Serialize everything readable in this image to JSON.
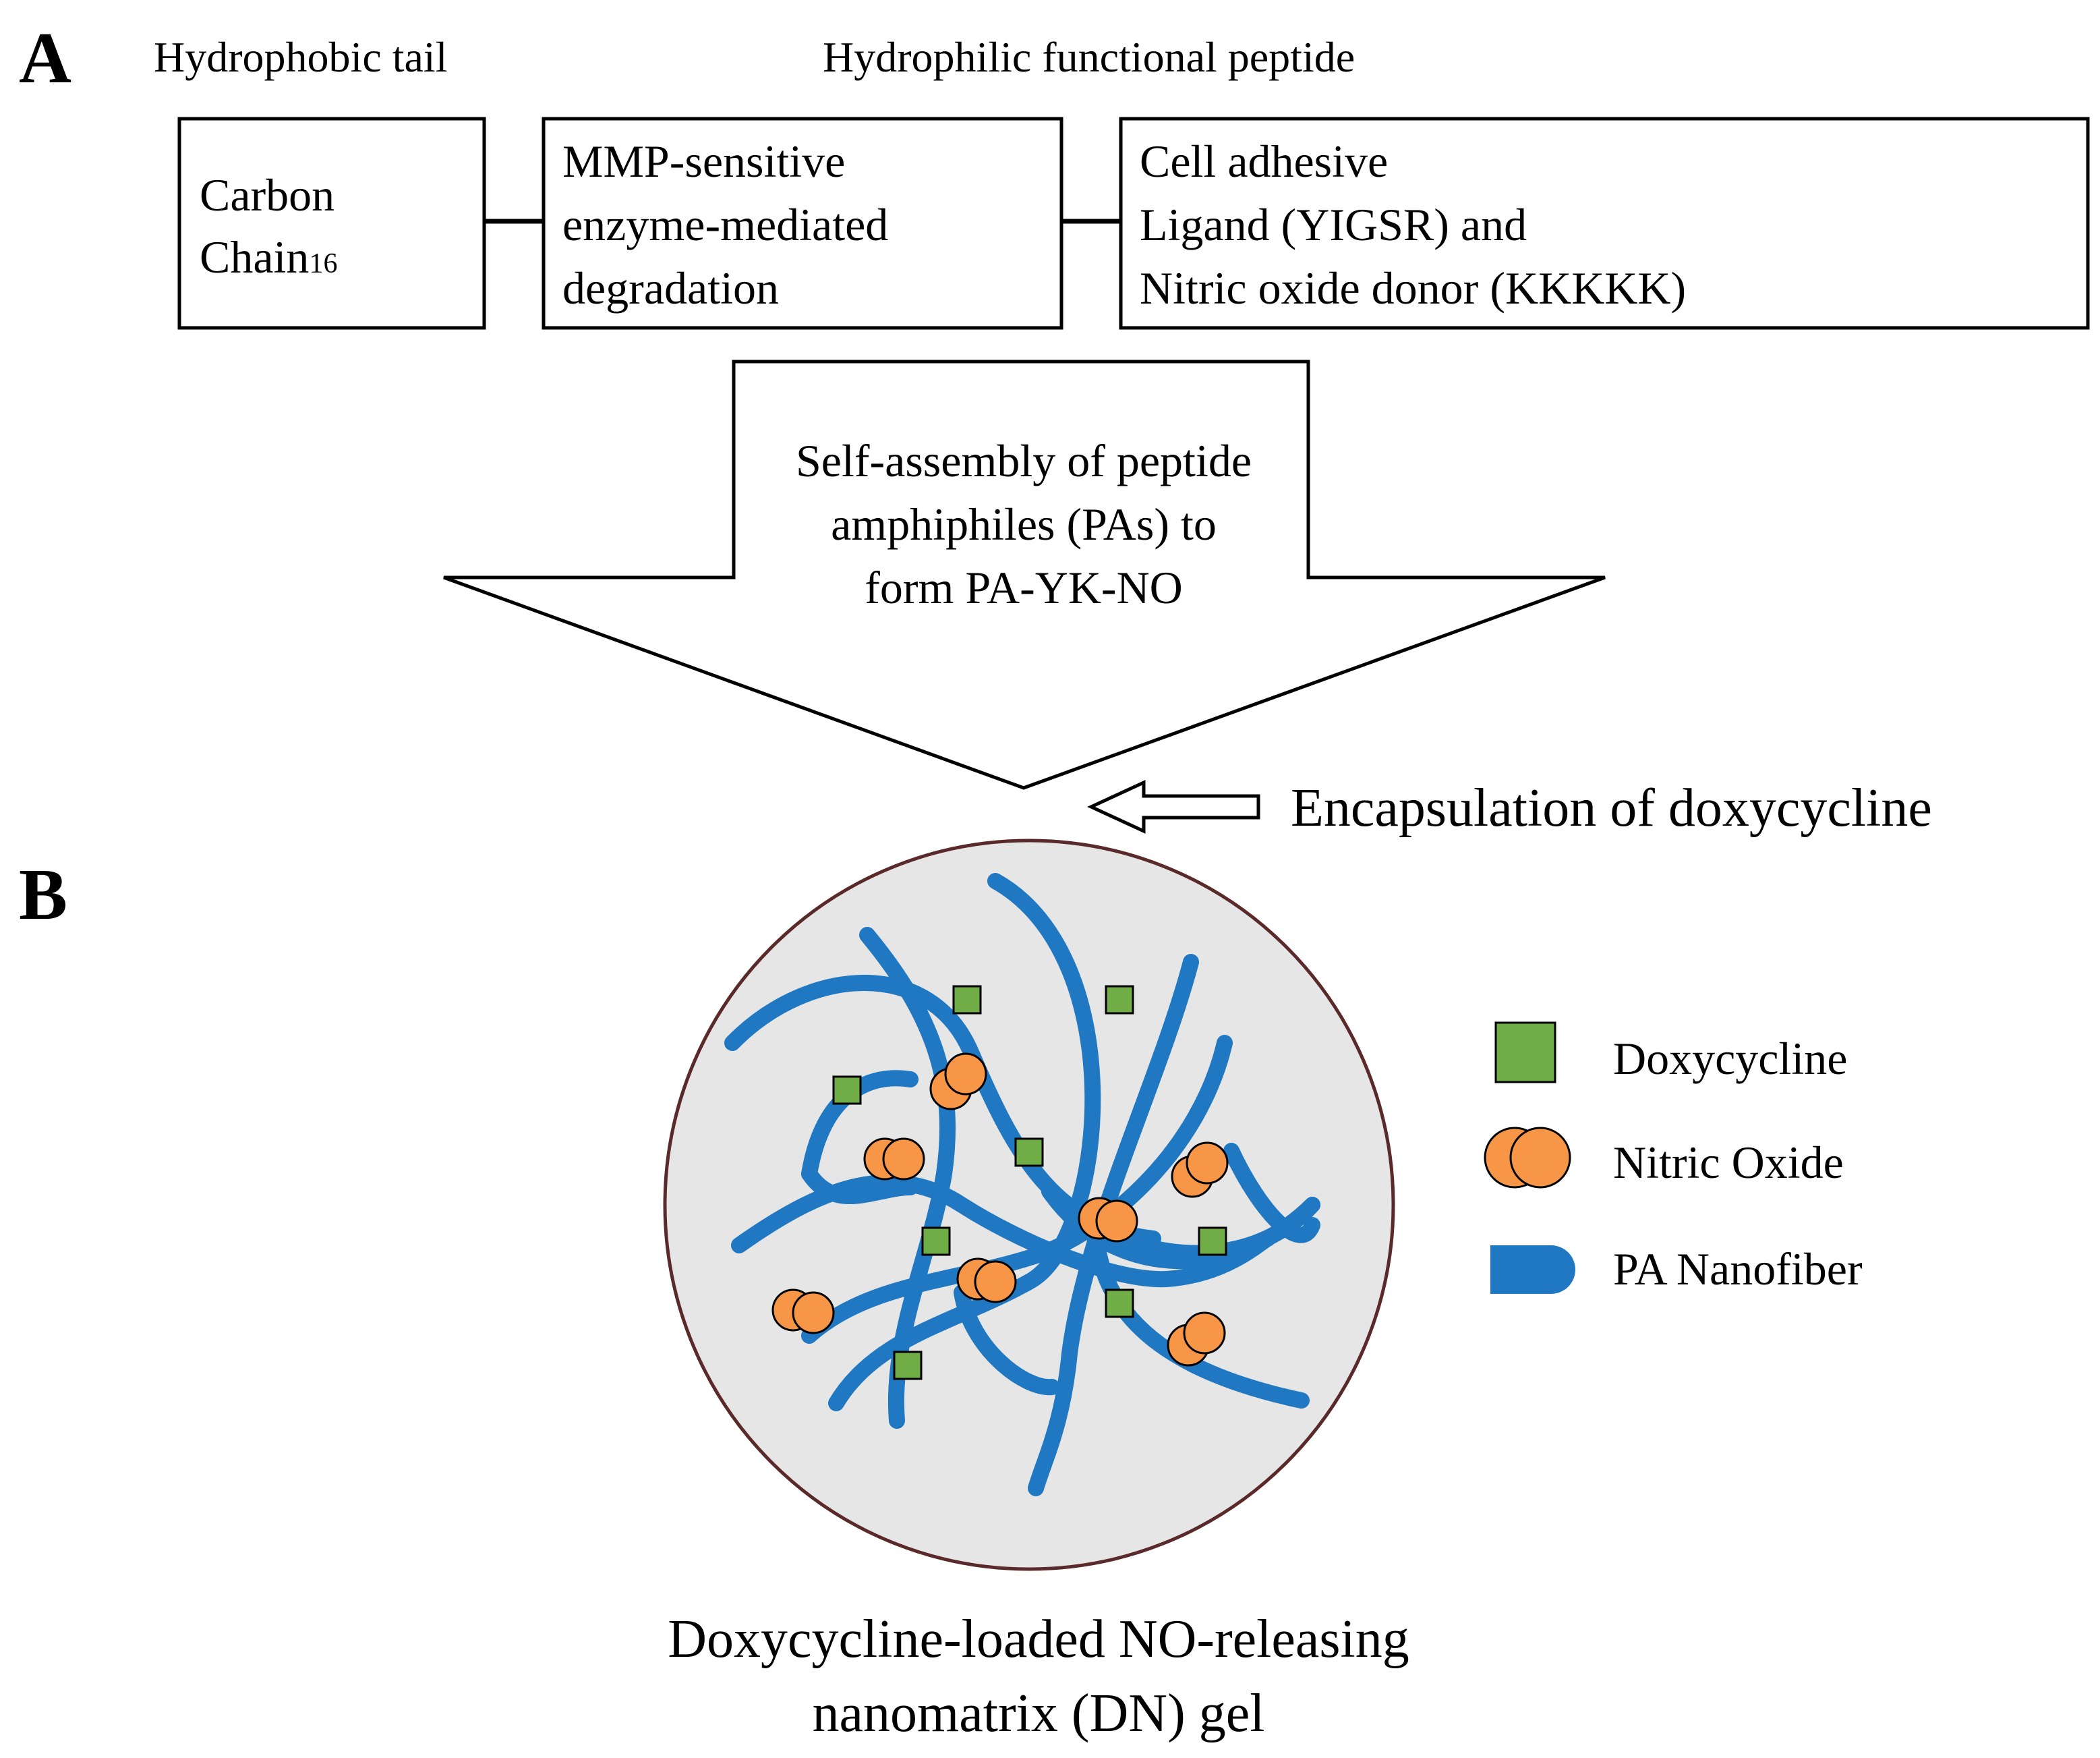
{
  "panel_a": {
    "label": "A",
    "hydrophobic_heading": "Hydrophobic tail",
    "hydrophilic_heading": "Hydrophilic functional peptide",
    "box_carbon": {
      "line1": "Carbon",
      "line2_main": "Chain",
      "line2_sub": "16"
    },
    "box_mmp": {
      "line1": "MMP-sensitive",
      "line2": "enzyme-mediated",
      "line3": "degradation"
    },
    "box_cell": {
      "line1": "Cell adhesive",
      "line2": "Ligand (YIGSR) and",
      "line3": "Nitric oxide donor (KKKKK)"
    },
    "arrow_text": {
      "line1": "Self-assembly of peptide",
      "line2": "amphiphiles (PAs) to",
      "line3": "form PA-YK-NO"
    },
    "encapsulation_text": "Encapsulation of doxycycline"
  },
  "panel_b": {
    "label": "B",
    "caption_line1": "Doxycycline-loaded NO-releasing",
    "caption_line2": "nanomatrix (DN) gel",
    "legend": {
      "doxycycline": "Doxycycline",
      "nitric_oxide": "Nitric Oxide",
      "nanofiber": "PA Nanofiber"
    }
  },
  "colors": {
    "nanofiber": "#1f78c1",
    "doxycycline_fill": "#70ad47",
    "nitric_oxide_fill": "#f79646",
    "gel_fill": "#e6e6e6",
    "gel_border": "#5a2a2a"
  }
}
